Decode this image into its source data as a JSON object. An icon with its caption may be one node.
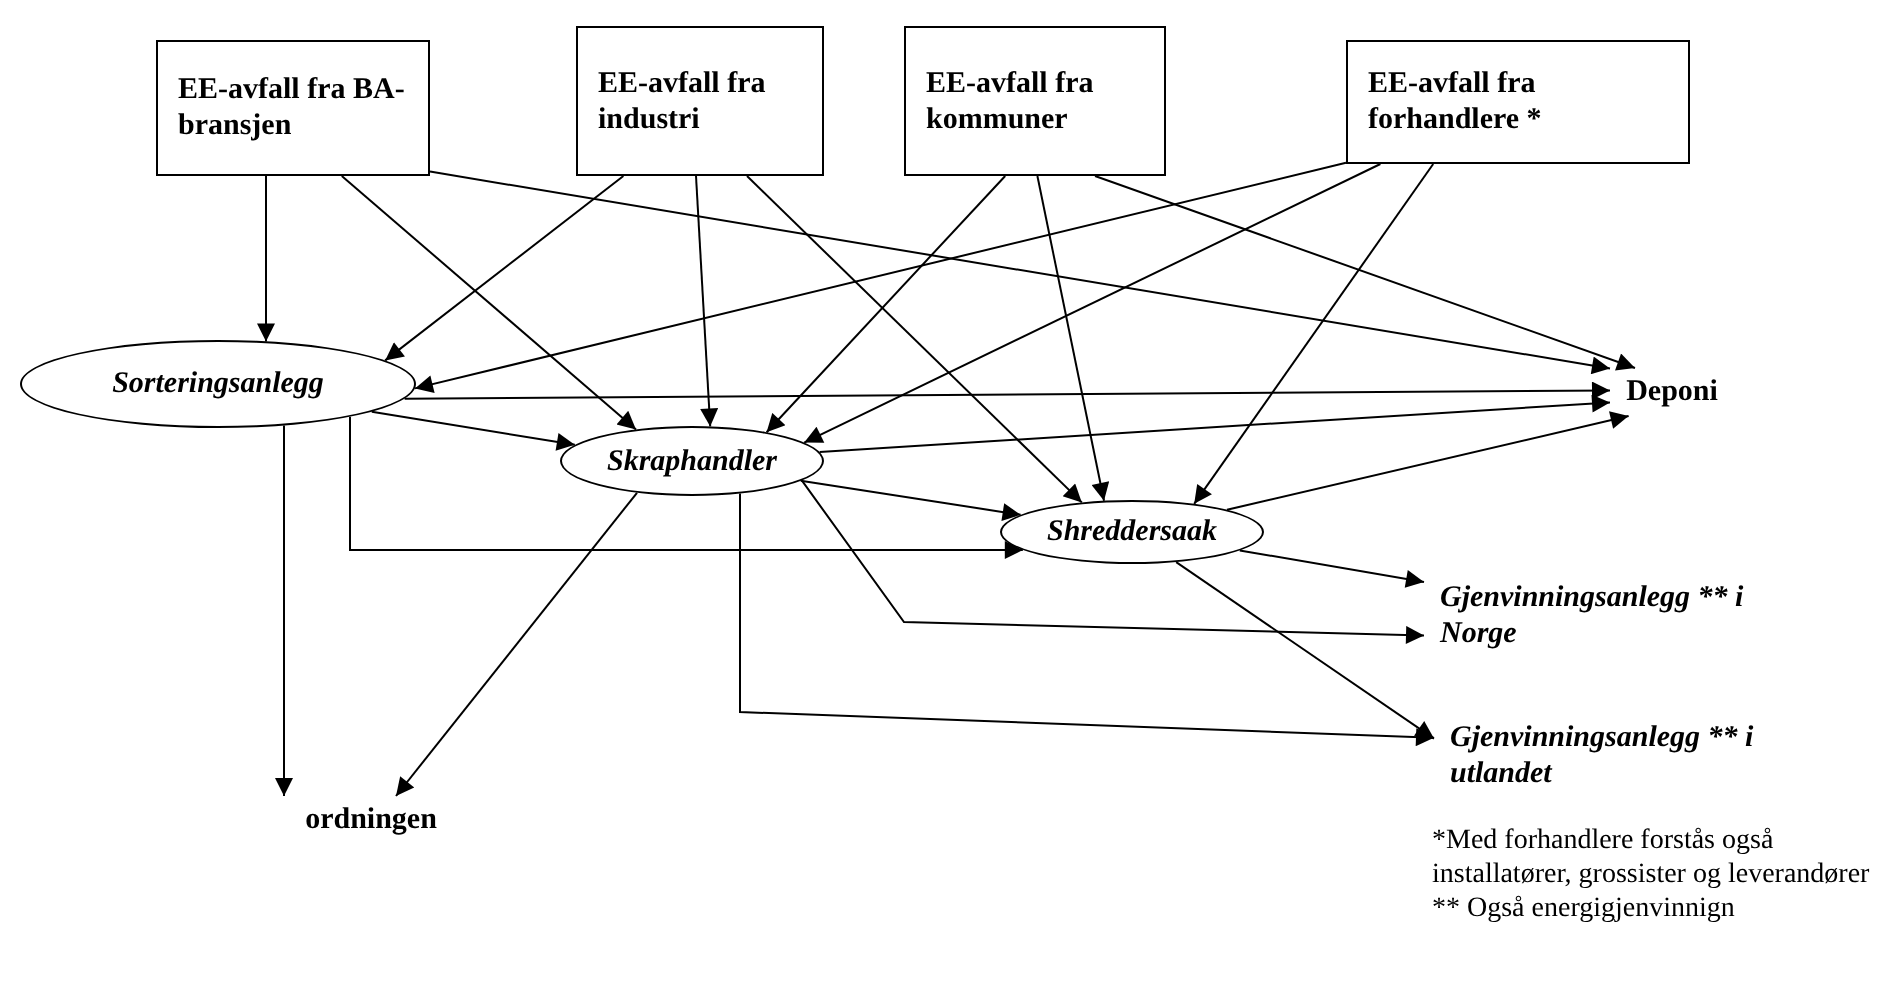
{
  "diagram": {
    "nodes": [
      {
        "text": [
          "EE-avfall fra BA-bransjen"
        ]
      },
      {
        "text": [
          "EE-avfall fra industri"
        ]
      },
      {
        "text": [
          "EE-avfall fra kommuner"
        ]
      },
      {
        "text": [
          "EE-avfall fra forhandlere *"
        ]
      },
      {
        "text": [
          "Sorteringsanlegg"
        ]
      },
      {
        "text": [
          "Skraphandler"
        ]
      },
      {
        "text": [
          "Shreddersaak"
        ]
      },
      {
        "text": [
          "Deponi"
        ]
      },
      {
        "text": [
          "Gjenvinningsanlegg ** i Norge"
        ]
      },
      {
        "text": [
          "Gjenvinningsanlegg ** i utlandet"
        ]
      },
      {
        "text": [
          "ordningen"
        ]
      }
    ],
    "edges": [
      {
        "from": 0,
        "to": 4,
        "arrow": "to"
      },
      {
        "from": 0,
        "to": 5,
        "arrow": "to"
      },
      {
        "from": 0,
        "to": 7,
        "arrow": "to"
      },
      {
        "from": 1,
        "to": 4,
        "arrow": "to"
      },
      {
        "from": 1,
        "to": 5,
        "arrow": "to"
      },
      {
        "from": 1,
        "to": 6,
        "arrow": "to"
      },
      {
        "from": 2,
        "to": 5,
        "arrow": "to"
      },
      {
        "from": 2,
        "to": 6,
        "arrow": "to"
      },
      {
        "from": 2,
        "to": 7,
        "arrow": "to"
      },
      {
        "from": 3,
        "to": 4,
        "arrow": "to"
      },
      {
        "from": 3,
        "to": 5,
        "arrow": "to"
      },
      {
        "from": 3,
        "to": 6,
        "arrow": "to"
      },
      {
        "from": 4,
        "to": 7,
        "arrow": "to"
      },
      {
        "from": 4,
        "to": 5,
        "arrow": "to"
      },
      {
        "from": 4,
        "to": 6,
        "arrow": "to"
      },
      {
        "from": 4,
        "to": 10,
        "arrow": "to"
      },
      {
        "from": 5,
        "to": 7,
        "arrow": "to"
      },
      {
        "from": 5,
        "to": 6,
        "arrow": "to"
      },
      {
        "from": 5,
        "to": 8,
        "arrow": "to"
      },
      {
        "from": 5,
        "to": 9,
        "arrow": "to"
      },
      {
        "from": 5,
        "to": 10,
        "arrow": "to"
      },
      {
        "from": 6,
        "to": 7,
        "arrow": "to"
      },
      {
        "from": 6,
        "to": 8,
        "arrow": "to"
      },
      {
        "from": 6,
        "to": 9,
        "arrow": "to"
      }
    ],
    "labels": [
      "*Med forhandlere forstås også installatører, grossister og leverandører",
      "** Også energigjenvinnign"
    ]
  }
}
